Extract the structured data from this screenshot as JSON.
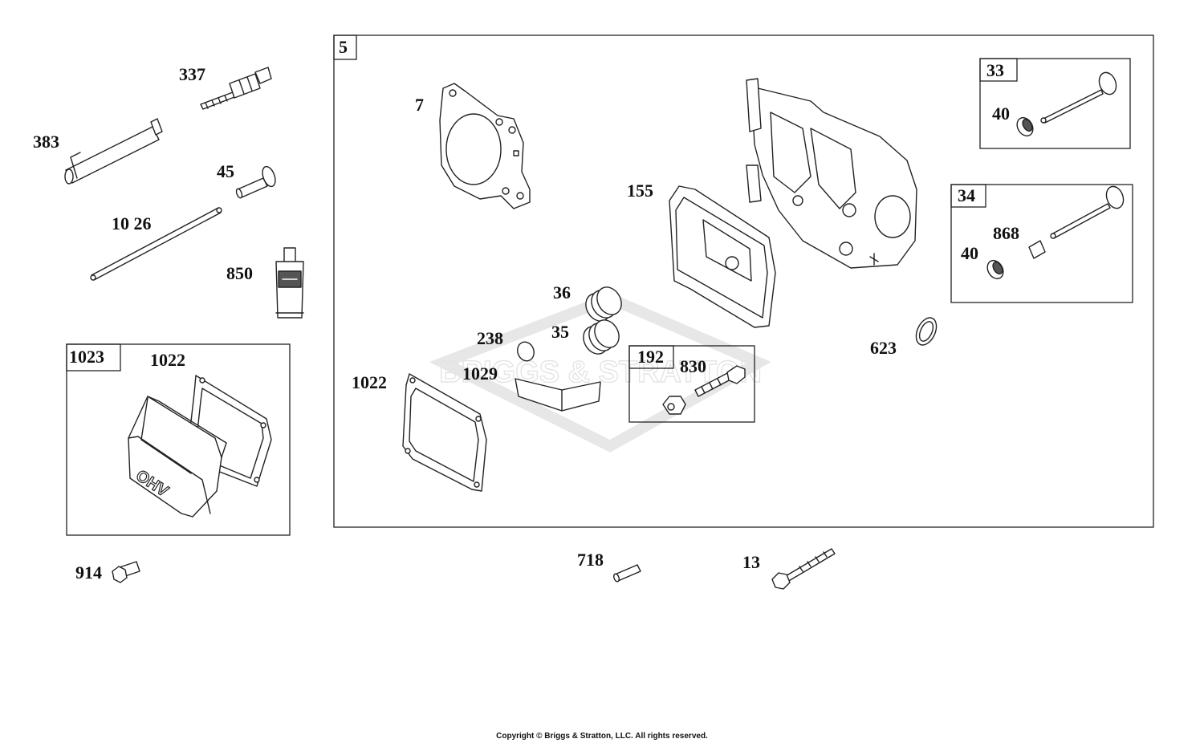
{
  "labels": {
    "337": "337",
    "383": "383",
    "45": "45",
    "1026": "10 26",
    "850": "850",
    "1023": "1023",
    "1022_kit": "1022",
    "914": "914",
    "5": "5",
    "7": "7",
    "155": "155",
    "36": "36",
    "35": "35",
    "238": "238",
    "1029": "1029",
    "1022": "1022",
    "192": "192",
    "830": "830",
    "623": "623",
    "33": "33",
    "40_a": "40",
    "34": "34",
    "868": "868",
    "40_b": "40",
    "718": "718",
    "13": "13"
  },
  "watermark": "BRIGGS & STRATTON",
  "emboss": "OHV",
  "copyright": "Copyright © Briggs & Stratton, LLC. All rights reserved.",
  "colors": {
    "line": "#222222",
    "watermark": "#dcdcdc"
  }
}
